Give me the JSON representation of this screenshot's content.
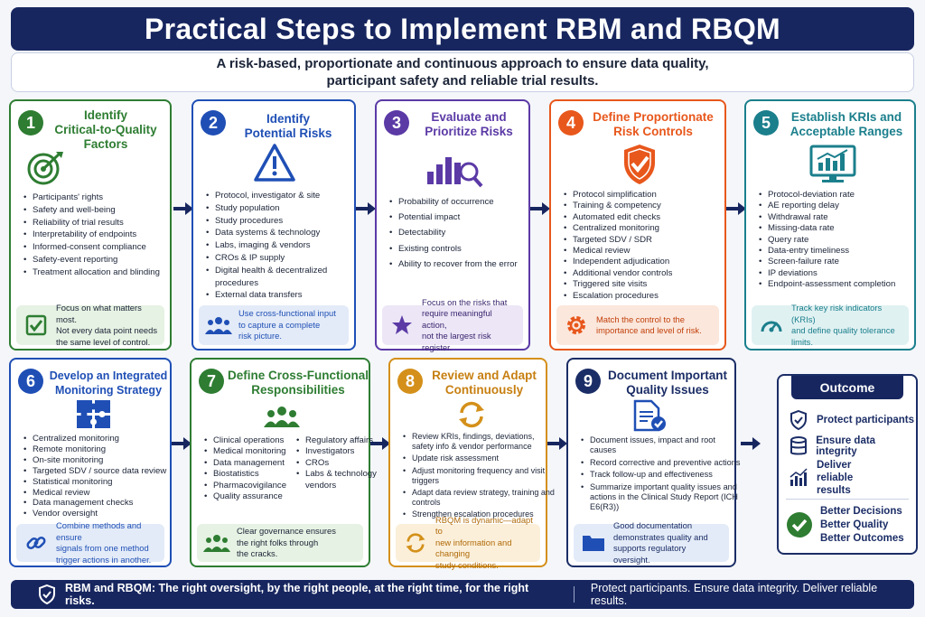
{
  "title": "Practical Steps to Implement RBM and RBQM",
  "subtitle_lines": [
    "A risk-based, proportionate and continuous approach to ensure data quality,",
    "participant safety and reliable trial results."
  ],
  "steps": [
    {
      "num": "1",
      "title_lines": [
        "Identify",
        "Critical-to-Quality",
        "Factors"
      ],
      "color": "#2e7d32",
      "icon": "target-icon",
      "items": [
        "Participants' rights",
        "Safety and well-being",
        "Reliability of trial results",
        "Interpretability of endpoints",
        "Informed-consent compliance",
        "Safety-event reporting",
        "Treatment allocation and blinding"
      ],
      "note_lines": [
        "Focus on what matters most.",
        "Not every data point needs",
        "the same level of control."
      ],
      "note_icon": "checkbox-icon"
    },
    {
      "num": "2",
      "title_lines": [
        "Identify",
        "Potential Risks"
      ],
      "color": "#1f4fb5",
      "icon": "warning-icon",
      "items": [
        "Protocol, investigator & site",
        "Study population",
        "Study procedures",
        "Data systems & technology",
        "Labs, imaging & vendors",
        "CROs & IP supply",
        "Digital health & decentralized procedures",
        "External data transfers"
      ],
      "note_lines": [
        "Use cross-functional input",
        "to capture a complete",
        "risk picture."
      ],
      "note_icon": "people-icon"
    },
    {
      "num": "3",
      "title_lines": [
        "Evaluate and",
        "Prioritize Risks"
      ],
      "color": "#5b3aa6",
      "icon": "chart-magnifier-icon",
      "items": [
        "Probability of occurrence",
        "Potential impact",
        "Detectability",
        "Existing controls",
        "Ability to recover from the error"
      ],
      "note_lines": [
        "Focus on the risks that",
        "require meaningful action,",
        "not the largest risk register."
      ],
      "note_icon": "star-icon"
    },
    {
      "num": "4",
      "title_lines": [
        "Define Proportionate",
        "Risk Controls"
      ],
      "color": "#e8571c",
      "icon": "shield-check-icon",
      "items": [
        "Protocol simplification",
        "Training & competency",
        "Automated edit checks",
        "Centralized monitoring",
        "Targeted SDV / SDR",
        "Medical review",
        "Independent adjudication",
        "Additional vendor controls",
        "Triggered site visits",
        "Escalation procedures"
      ],
      "note_lines": [
        "Match the control to the",
        "importance and level of risk."
      ],
      "note_icon": "gear-icon"
    },
    {
      "num": "5",
      "title_lines": [
        "Establish KRIs and",
        "Acceptable Ranges"
      ],
      "color": "#1b7f8c",
      "icon": "monitor-chart-icon",
      "items": [
        "Protocol-deviation rate",
        "AE reporting delay",
        "Withdrawal rate",
        "Missing-data rate",
        "Query rate",
        "Data-entry timeliness",
        "Screen-failure rate",
        "IP deviations",
        "Endpoint-assessment completion"
      ],
      "note_lines": [
        "Track key risk indicators (KRIs)",
        "and define quality tolerance",
        "limits."
      ],
      "note_icon": "gauge-icon"
    },
    {
      "num": "6",
      "title_lines": [
        "Develop an Integrated",
        "Monitoring Strategy"
      ],
      "color": "#1f4fb5",
      "icon": "puzzle-icon",
      "items": [
        "Centralized monitoring",
        "Remote monitoring",
        "On-site monitoring",
        "Targeted SDV / source data review",
        "Statistical monitoring",
        "Medical review",
        "Data management checks",
        "Vendor oversight"
      ],
      "note_lines": [
        "Combine methods and ensure",
        "signals from one method",
        "trigger actions in another."
      ],
      "note_icon": "link-icon"
    },
    {
      "num": "7",
      "title_lines": [
        "Define Cross-Functional",
        "Responsibilities"
      ],
      "color": "#2e7d32",
      "icon": "team-icon",
      "items_left": [
        "Clinical operations",
        "Medical monitoring",
        "Data management",
        "Biostatistics",
        "Pharmacovigilance",
        "Quality assurance"
      ],
      "items_right": [
        "Regulatory affairs",
        "Investigators",
        "CROs",
        "Labs & technology vendors"
      ],
      "note_lines": [
        "Clear governance ensures",
        "the right folks through",
        "the cracks."
      ],
      "note_icon": "people-icon"
    },
    {
      "num": "8",
      "title_lines": [
        "Review and Adapt",
        "Continuously"
      ],
      "color": "#d4901a",
      "icon": "cycle-icon",
      "items": [
        "Review KRIs, findings, deviations, safety info & vendor performance",
        "Update risk assessment",
        "Adjust monitoring frequency and visit triggers",
        "Adapt data review strategy, training and controls",
        "Strengthen escalation procedures"
      ],
      "note_lines": [
        "RBQM is dynamic—adapt to",
        "new information and changing",
        "study conditions."
      ],
      "note_icon": "refresh-icon"
    },
    {
      "num": "9",
      "title_lines": [
        "Document Important",
        "Quality Issues"
      ],
      "color": "#1b2d66",
      "icon": "document-check-icon",
      "items": [
        "Document issues, impact and root causes",
        "Record corrective and preventive actions",
        "Track follow-up and effectiveness",
        "Summarize important quality issues and actions in the Clinical Study Report (ICH E6(R3))"
      ],
      "note_lines": [
        "Good documentation",
        "demonstrates quality and",
        "supports regulatory oversight."
      ],
      "note_icon": "folder-icon"
    }
  ],
  "outcome": {
    "title": "Outcome",
    "items": [
      {
        "label": "Protect participants",
        "icon": "shield-icon"
      },
      {
        "label": "Ensure data integrity",
        "icon": "database-icon"
      },
      {
        "label": "Deliver reliable results",
        "icon": "bar-chart-icon"
      }
    ],
    "final_lines": [
      "Better Decisions",
      "Better Quality",
      "Better Outcomes"
    ],
    "final_icon": "check-circle-icon"
  },
  "footer": {
    "main": "RBM and RBQM: The right oversight, by the right people, at the right time, for the right risks.",
    "side": "Protect participants.  Ensure data integrity.  Deliver reliable results."
  }
}
